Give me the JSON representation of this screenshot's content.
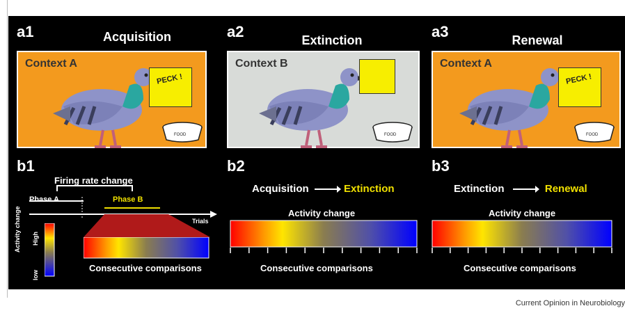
{
  "panels": {
    "a1": {
      "label": "a1",
      "title": "Acquisition",
      "context": "Context A",
      "peck": "PECK !",
      "food": "FOOD",
      "bg": "#f39a1e"
    },
    "a2": {
      "label": "a2",
      "title": "Extinction",
      "context": "Context B",
      "food": "FOOD",
      "bg": "#d8dbd8"
    },
    "a3": {
      "label": "a3",
      "title": "Renewal",
      "context": "Context A",
      "peck": "PECK !",
      "food": "FOOD",
      "bg": "#f39a1e"
    },
    "b1": {
      "label": "b1",
      "firing": "Firing rate change",
      "phase_a": "Phase A",
      "phase_b": "Phase B",
      "trials": "Trials",
      "legend_title": "Activity change",
      "legend_high": "High",
      "legend_low": "low",
      "axis": "Consecutive comparisons"
    },
    "b2": {
      "label": "b2",
      "from": "Acquisition",
      "to": "Extinction",
      "title": "Activity change",
      "axis": "Consecutive comparisons"
    },
    "b3": {
      "label": "b3",
      "from": "Extinction",
      "to": "Renewal",
      "title": "Activity change",
      "axis": "Consecutive comparisons"
    }
  },
  "colors": {
    "yellow": "#f0e000",
    "bar_gradient": [
      "#ff0000",
      "#ffe500",
      "#8a7d4f",
      "#0000ff"
    ]
  },
  "footer": "Current Opinion in Neurobiology"
}
